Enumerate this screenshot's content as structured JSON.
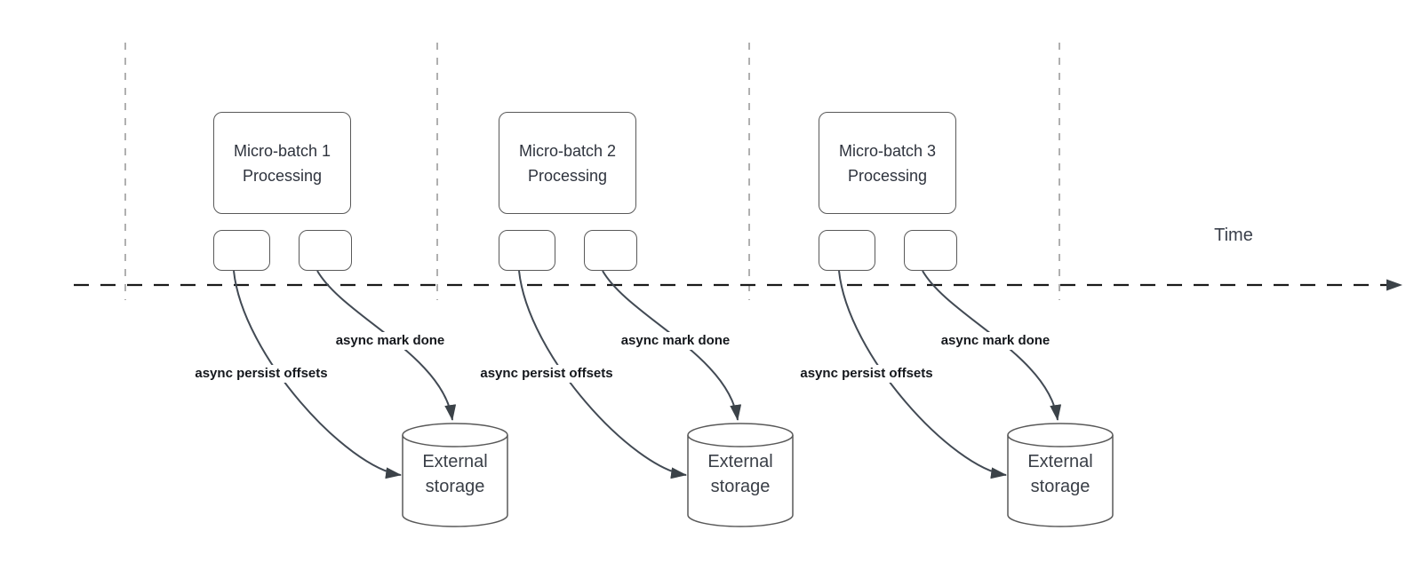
{
  "diagram_type": "timeline-flow-diagram",
  "timeline": {
    "label": "Time"
  },
  "batches": [
    {
      "box_label": "Micro-batch 1\nProcessing",
      "persist_label": "async persist offsets",
      "mark_done_label": "async mark done",
      "storage_label": "External\nstorage"
    },
    {
      "box_label": "Micro-batch 2\nProcessing",
      "persist_label": "async persist offsets",
      "mark_done_label": "async mark done",
      "storage_label": "External\nstorage"
    },
    {
      "box_label": "Micro-batch 3\nProcessing",
      "persist_label": "async persist offsets",
      "mark_done_label": "async mark done",
      "storage_label": "External\nstorage"
    }
  ],
  "colors": {
    "background": "#ffffff",
    "box_border": "#595959",
    "curve_stroke": "#424a54",
    "arrowhead": "#3b4248",
    "timeline_dash": "#1a1a1a",
    "vertical_guide_dash": "#b0b0b0",
    "label_text": "#14171c",
    "node_text": "#2e333d",
    "storage_text": "#3a3f47"
  }
}
